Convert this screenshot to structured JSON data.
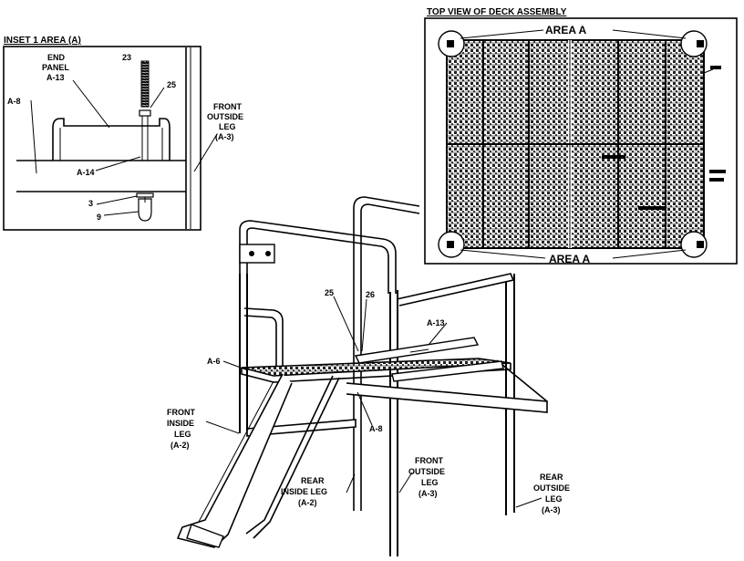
{
  "inset": {
    "title": "INSET 1  AREA (A)",
    "labels": {
      "end_panel_1": "END",
      "end_panel_2": "PANEL",
      "end_panel_3": "A-13",
      "part_23": "23",
      "part_25": "25",
      "part_a8": "A-8",
      "part_a14": "A-14",
      "part_3": "3",
      "part_9": "9",
      "front_outside_1": "FRONT",
      "front_outside_2": "OUTSIDE",
      "front_outside_3": "LEG",
      "front_outside_4": "(A-3)"
    }
  },
  "top_view": {
    "title": "TOP VIEW OF DECK ASSEMBLY",
    "area_top": "AREA  A",
    "area_bottom": "AREA  A"
  },
  "main": {
    "labels": {
      "part_25": "25",
      "part_26": "26",
      "part_a13": "A-13",
      "part_a6": "A-6",
      "part_a8": "A-8",
      "front_inside_1": "FRONT",
      "front_inside_2": "INSIDE",
      "front_inside_3": "LEG",
      "front_inside_4": "(A-2)",
      "rear_inside_1": "REAR",
      "rear_inside_2": "INSIDE LEG",
      "rear_inside_3": "(A-2)",
      "front_outside_1": "FRONT",
      "front_outside_2": "OUTSIDE",
      "front_outside_3": "LEG",
      "front_outside_4": "(A-3)",
      "rear_outside_1": "REAR",
      "rear_outside_2": "OUTSIDE",
      "rear_outside_3": "LEG",
      "rear_outside_4": "(A-3)"
    }
  }
}
